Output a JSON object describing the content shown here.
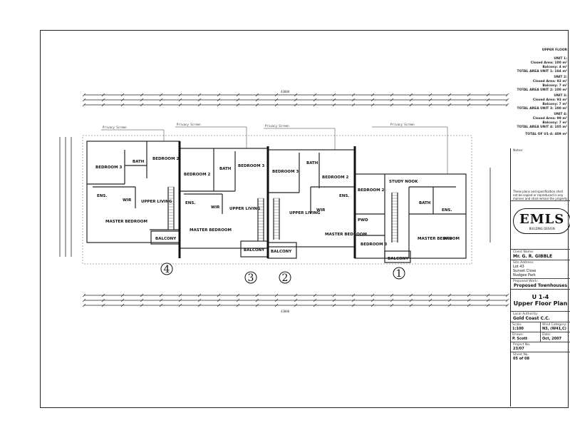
{
  "areas": {
    "heading": "UPPER FLOOR",
    "units": [
      {
        "name": "UNIT 1:",
        "closed": "Closed Area: 100 m²",
        "balcony": "Balcony: 4 m²",
        "total": "TOTAL AREA UNIT 1: 104 m²"
      },
      {
        "name": "UNIT 2:",
        "closed": "Closed Area: 93 m²",
        "balcony": "Balcony: 7 m²",
        "total": "TOTAL AREA UNIT 2: 100 m²"
      },
      {
        "name": "UNIT 3:",
        "closed": "Closed Area: 93 m²",
        "balcony": "Balcony: 7 m²",
        "total": "TOTAL AREA UNIT 3: 100 m²"
      },
      {
        "name": "UNIT 4:",
        "closed": "Closed Area: 99 m²",
        "balcony": "Balcony: 7 m²",
        "total": "TOTAL AREA UNIT 4: 105 m²"
      }
    ],
    "grand_total": "TOTAL OF U1-4: 409 m²"
  },
  "plan": {
    "unit_numbers": [
      "4",
      "3",
      "2",
      "1"
    ],
    "privacy_screens": [
      "Privacy Screen",
      "Privacy Screen",
      "Privacy Screen",
      "Privacy Screen"
    ],
    "rooms": {
      "u4": [
        "BEDROOM 3",
        "BATH",
        "BEDROOM 2",
        "ENS.",
        "WIR",
        "UPPER LIVING",
        "MASTER BEDROOM",
        "BALCONY"
      ],
      "u3": [
        "BEDROOM 2",
        "BATH",
        "BEDROOM 3",
        "ENS.",
        "WIR",
        "UPPER LIVING",
        "MASTER BEDROOM",
        "BALCONY"
      ],
      "u2": [
        "BEDROOM 3",
        "BATH",
        "BEDROOM 2",
        "WIR",
        "ENS.",
        "UPPER LIVING",
        "MASTER BEDROOM",
        "BALCONY"
      ],
      "u1": [
        "BEDROOM 2",
        "STUDY NOOK",
        "BATH",
        "ENS.",
        "PWD",
        "MASTER BEDROOM",
        "BEDROOM 3",
        "WIR",
        "BALCONY"
      ]
    },
    "top_overall_dim": "43000",
    "bottom_overall_dim": "43000"
  },
  "title_block": {
    "notes_label": "Notes:",
    "notes": "These plans and specification shall not be copied or reproduced in any manner and shall remain the property of EMLS DESIGN",
    "logo_text": "EMLS",
    "logo_sub": "BUILDING DESIGN",
    "client_label": "Client Name:",
    "client": "Mr. G. R. GIBBLE",
    "site_label": "Site Address:",
    "site": [
      "Lot 43",
      "Sunset Close",
      "Nudgee Park"
    ],
    "proposal_label": "Proposed Work:",
    "proposal": "Proposed Townhouses",
    "drawing_title_line1": "U 1-4",
    "drawing_title_line2": "Upper Floor Plan",
    "authority_label": "Local Authority:",
    "authority": "Gold Coast C.C.",
    "scale_label": "Scale:",
    "scale": "1:100",
    "wind_label": "Wind Category:",
    "wind": "N3, (W41,C)",
    "drawn_label": "Drawn:",
    "drawn": "P. Scott",
    "date_label": "Date:",
    "date": "Oct, 2007",
    "project_label": "Project No.",
    "project": "23/07",
    "sheet_label": "Sheet No.",
    "sheet": "05 of 08"
  }
}
